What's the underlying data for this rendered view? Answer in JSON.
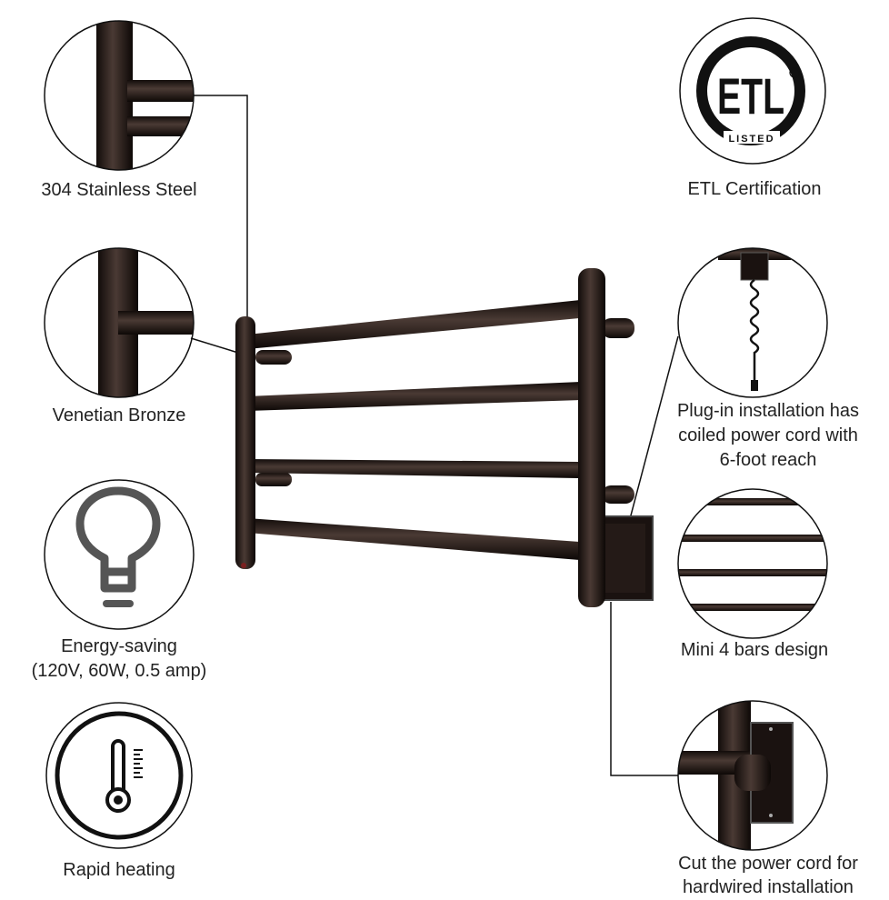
{
  "features_left": [
    {
      "id": "material",
      "label": "304 Stainless Steel"
    },
    {
      "id": "finish",
      "label": "Venetian Bronze"
    },
    {
      "id": "energy",
      "label": "Energy-saving",
      "sublabel": "(120V, 60W, 0.5 amp)"
    },
    {
      "id": "heating",
      "label": "Rapid heating"
    }
  ],
  "features_right": [
    {
      "id": "certification",
      "label": "ETL Certification",
      "logo_text": "ETL",
      "logo_subtext": "LISTED"
    },
    {
      "id": "plugin",
      "lines": [
        "Plug-in installation has",
        "coiled power cord with",
        "6-foot reach"
      ]
    },
    {
      "id": "bars",
      "label": "Mini 4 bars design"
    },
    {
      "id": "hardwired",
      "lines": [
        "Cut the power cord for",
        "hardwired installation"
      ]
    }
  ],
  "colors": {
    "bronze": "#2a1f1c",
    "line": "#111111",
    "icon_gray": "#555555"
  }
}
